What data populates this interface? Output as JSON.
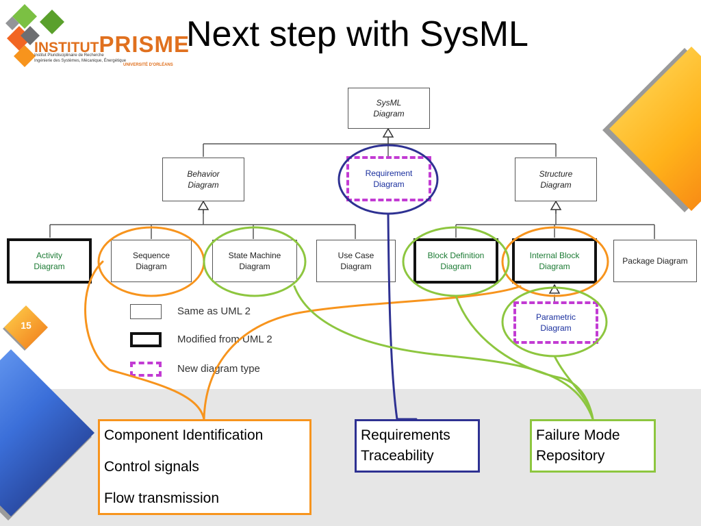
{
  "title": "Next step with SysML",
  "page_number": "15",
  "logo": {
    "word_1": "INSTITUT",
    "word_2": "PRISME",
    "line_1": "Institut Pluridisciplinaire de Recherche",
    "line_2": "Ingénierie des Systèmes, Mécanique, Énergétique",
    "university": "UNIVERSITÉ D'ORLÉANS"
  },
  "diagram": {
    "root": {
      "line1": "SysML",
      "line2": "Diagram"
    },
    "behavior": {
      "line1": "Behavior",
      "line2": "Diagram"
    },
    "requirement": {
      "line1": "Requirement",
      "line2": "Diagram"
    },
    "structure": {
      "line1": "Structure",
      "line2": "Diagram"
    },
    "activity": {
      "line1": "Activity",
      "line2": "Diagram"
    },
    "sequence": {
      "line1": "Sequence",
      "line2": "Diagram"
    },
    "state_machine": {
      "line1": "State Machine",
      "line2": "Diagram"
    },
    "use_case": {
      "line1": "Use Case",
      "line2": "Diagram"
    },
    "block_definition": {
      "line1": "Block Definition",
      "line2": "Diagram"
    },
    "internal_block": {
      "line1": "Internal Block",
      "line2": "Diagram"
    },
    "package": {
      "line1": "Package Diagram"
    },
    "parametric": {
      "line1": "Parametric",
      "line2": "Diagram"
    }
  },
  "legend": {
    "same": "Same as UML 2",
    "modified": "Modified from UML 2",
    "new": "New diagram type"
  },
  "notes": {
    "component": [
      "Component Identification",
      "Control signals",
      "Flow transmission"
    ],
    "requirements": [
      "Requirements",
      "Traceability"
    ],
    "failure": [
      "Failure Mode",
      "Repository"
    ]
  },
  "colors": {
    "orange": "#f7941d",
    "navy": "#2e3192",
    "green": "#8dc63f",
    "magenta": "#c23bd3",
    "logo_orange": "#e0701e"
  }
}
